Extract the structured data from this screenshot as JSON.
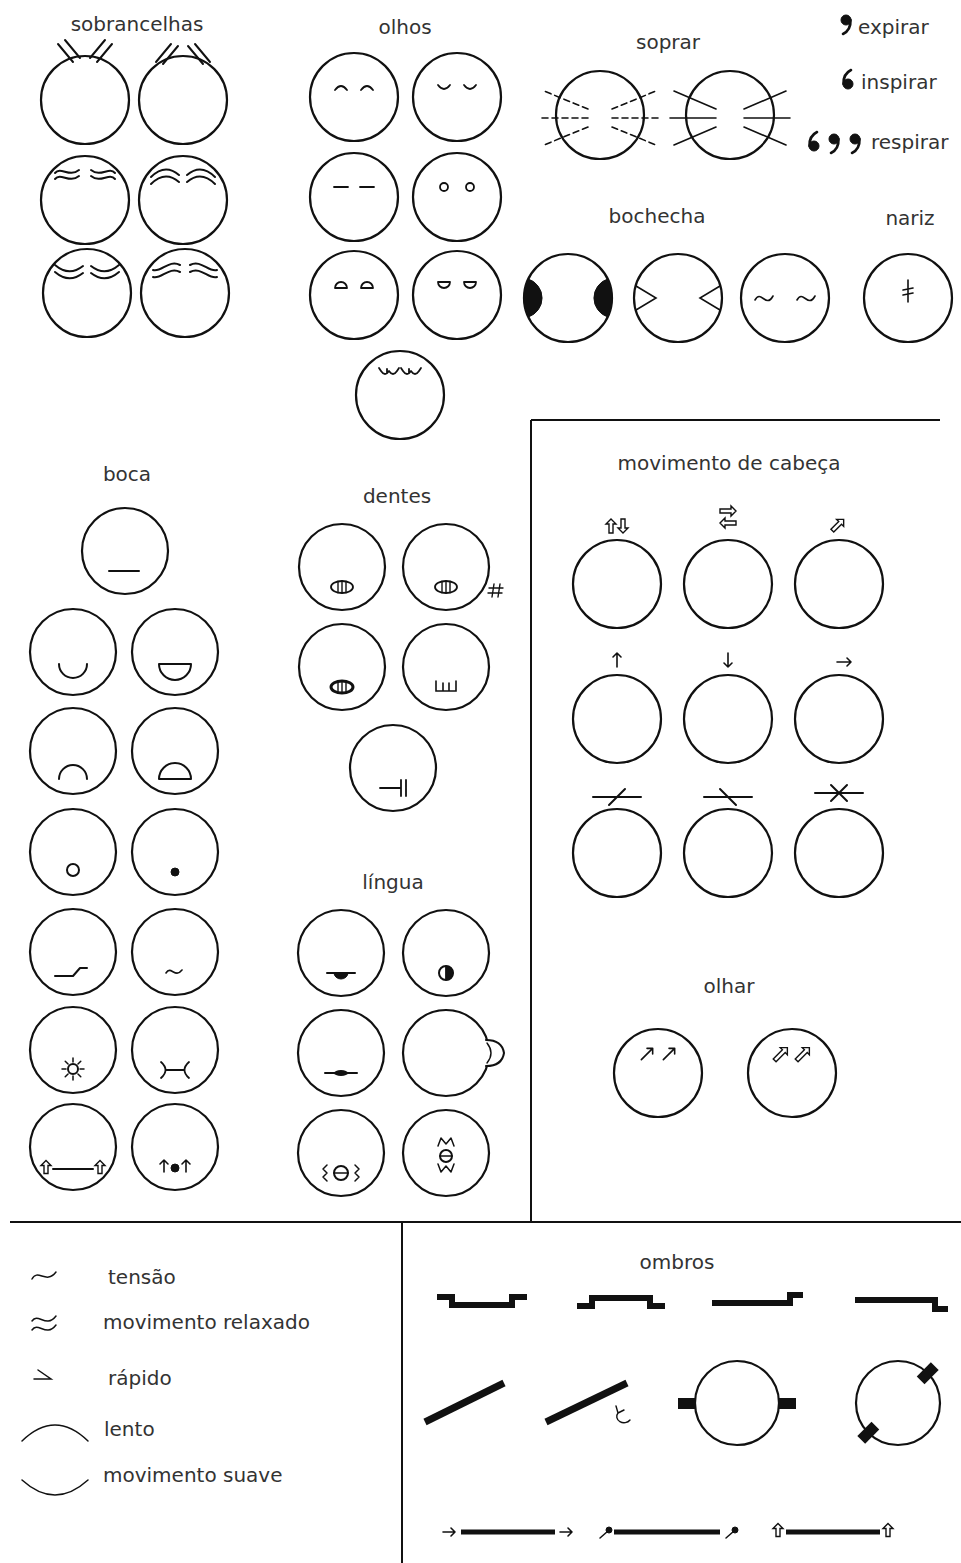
{
  "diagram": {
    "labels": [
      "sobrancelhas",
      "olhos",
      "soprar",
      "expirar",
      "inspirar",
      "respirar",
      "bochecha",
      "nariz",
      "boca",
      "dentes",
      "movimento de cabeça",
      "língua",
      "olhar",
      "ombros"
    ],
    "legend": [
      {
        "text": "tensão"
      },
      {
        "text": "movimento relaxado"
      },
      {
        "text": "rápido"
      },
      {
        "text": "lento"
      },
      {
        "text": "movimento suave"
      }
    ]
  }
}
